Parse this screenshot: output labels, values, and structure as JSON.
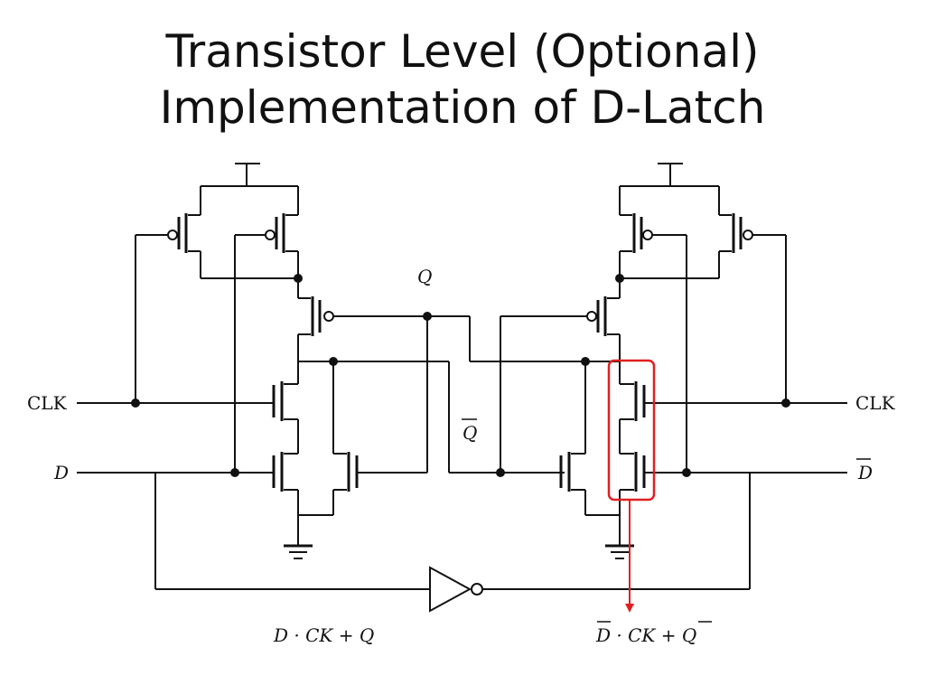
{
  "title": {
    "line1": "Transistor Level  (Optional)",
    "line2": "Implementation of D-Latch"
  },
  "labels": {
    "clk_left": "CLK",
    "clk_right": "CLK",
    "d_left": "D",
    "d_right": "D",
    "q": "Q",
    "q_bar": "Q"
  },
  "expressions": {
    "left": "D · CK + Q",
    "right": "D · CK  + Q"
  },
  "colors": {
    "wire": "#111111",
    "highlight": "#e02020"
  }
}
